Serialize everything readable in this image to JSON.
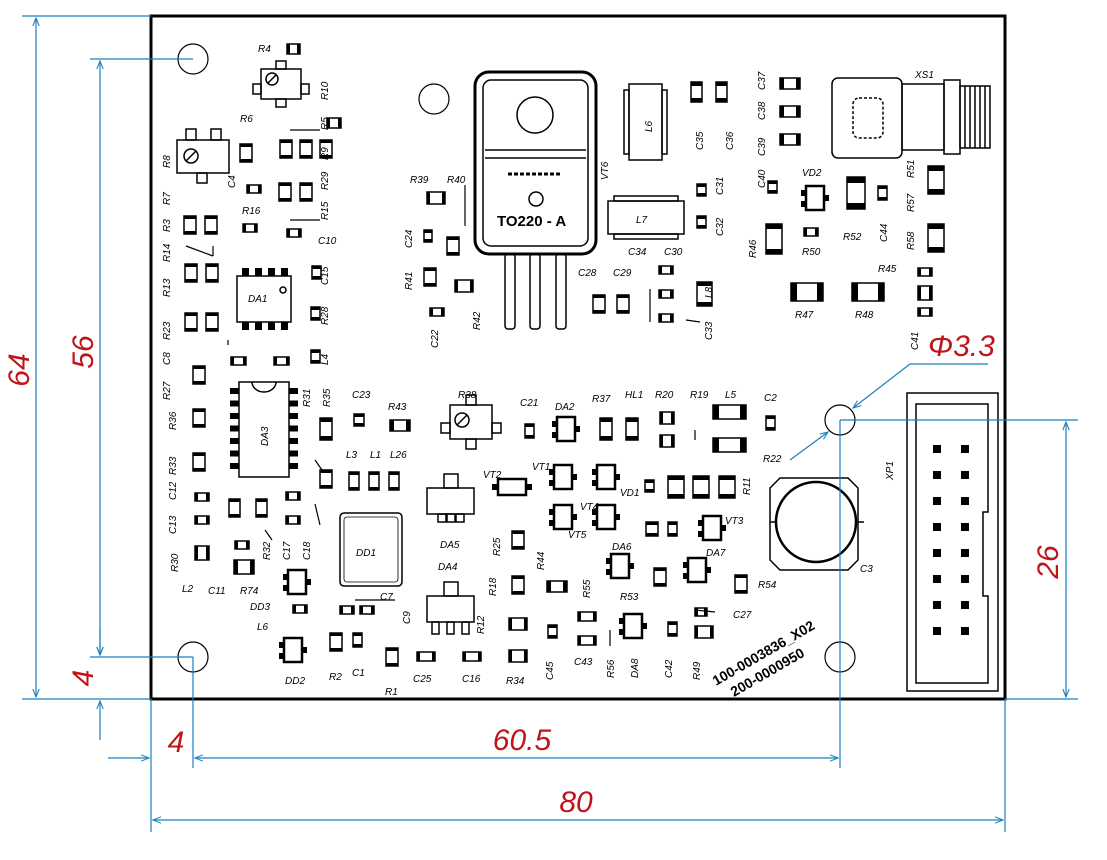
{
  "colors": {
    "dimension": "#1a7fc1",
    "dimension_text": "#c0141c",
    "board": "#000000",
    "background": "#ffffff"
  },
  "dimensions": {
    "height_total": "64",
    "height_holes": "56",
    "offset_bottom": "4",
    "offset_left": "4",
    "hole_distance_x": "60.5",
    "width_total": "80",
    "hole_diameter": "Φ3.3",
    "connector_height": "26"
  },
  "labels": {
    "part_number_1": "100-0003836_X02",
    "part_number_2": "200-0000950",
    "package": "TO220 - A",
    "vt6": "VT6",
    "xs1": "XS1",
    "xp1": "XP1",
    "da1": "DA1",
    "da3": "DA3",
    "dd1": "DD1",
    "l6": "L6",
    "l7": "L7",
    "c3": "C3",
    "da5": "DA5",
    "da4": "DA4"
  },
  "refs": [
    {
      "id": "r-r4",
      "t": "R4"
    },
    {
      "id": "r-r6",
      "t": "R6"
    },
    {
      "id": "r-r10",
      "t": "R10"
    },
    {
      "id": "r-r5",
      "t": "R5"
    },
    {
      "id": "r-r9",
      "t": "R9"
    },
    {
      "id": "r-r8",
      "t": "R8"
    },
    {
      "id": "r-c4",
      "t": "C4"
    },
    {
      "id": "r-r29",
      "t": "R29"
    },
    {
      "id": "r-r7",
      "t": "R7"
    },
    {
      "id": "r-r16",
      "t": "R16"
    },
    {
      "id": "r-r15",
      "t": "R15"
    },
    {
      "id": "r-r3",
      "t": "R3"
    },
    {
      "id": "r-c10",
      "t": "C10"
    },
    {
      "id": "r-r14",
      "t": "R14"
    },
    {
      "id": "r-c15",
      "t": "C15"
    },
    {
      "id": "r-r13",
      "t": "R13"
    },
    {
      "id": "r-r28",
      "t": "R28"
    },
    {
      "id": "r-r23",
      "t": "R23"
    },
    {
      "id": "r-c8",
      "t": "C8"
    },
    {
      "id": "r-l4",
      "t": "L4"
    },
    {
      "id": "r-r27",
      "t": "R27"
    },
    {
      "id": "r-r31",
      "t": "R31"
    },
    {
      "id": "r-r35",
      "t": "R35"
    },
    {
      "id": "r-c23",
      "t": "C23"
    },
    {
      "id": "r-r43",
      "t": "R43"
    },
    {
      "id": "r-r36",
      "t": "R36"
    },
    {
      "id": "r-r33",
      "t": "R33"
    },
    {
      "id": "r-l3",
      "t": "L3"
    },
    {
      "id": "r-l1",
      "t": "L1"
    },
    {
      "id": "r-l26",
      "t": "L26"
    },
    {
      "id": "r-c12",
      "t": "C12"
    },
    {
      "id": "r-c13",
      "t": "C13"
    },
    {
      "id": "r-r32",
      "t": "R32"
    },
    {
      "id": "r-c17",
      "t": "C17"
    },
    {
      "id": "r-c18",
      "t": "C18"
    },
    {
      "id": "r-r30",
      "t": "R30"
    },
    {
      "id": "r-l2",
      "t": "L2"
    },
    {
      "id": "r-c11",
      "t": "C11"
    },
    {
      "id": "r-r74",
      "t": "R74"
    },
    {
      "id": "r-dd3",
      "t": "DD3"
    },
    {
      "id": "r-l6b",
      "t": "L6"
    },
    {
      "id": "r-dd2",
      "t": "DD2"
    },
    {
      "id": "r-r2",
      "t": "R2"
    },
    {
      "id": "r-c1",
      "t": "C1"
    },
    {
      "id": "r-r1",
      "t": "R1"
    },
    {
      "id": "r-c25",
      "t": "C25"
    },
    {
      "id": "r-c16",
      "t": "C16"
    },
    {
      "id": "r-c7",
      "t": "C7"
    },
    {
      "id": "r-c9",
      "t": "C9"
    },
    {
      "id": "r-r12",
      "t": "R12"
    },
    {
      "id": "r-r18",
      "t": "R18"
    },
    {
      "id": "r-r34",
      "t": "R34"
    },
    {
      "id": "r-c45",
      "t": "C45"
    },
    {
      "id": "r-c43",
      "t": "C43"
    },
    {
      "id": "r-r56",
      "t": "R56"
    },
    {
      "id": "r-da8",
      "t": "DA8"
    },
    {
      "id": "r-c42",
      "t": "C42"
    },
    {
      "id": "r-r49",
      "t": "R49"
    },
    {
      "id": "r-r39",
      "t": "R39"
    },
    {
      "id": "r-r40",
      "t": "R40"
    },
    {
      "id": "r-c24",
      "t": "C24"
    },
    {
      "id": "r-r41",
      "t": "R41"
    },
    {
      "id": "r-r42",
      "t": "R42"
    },
    {
      "id": "r-c22",
      "t": "C22"
    },
    {
      "id": "r-c28",
      "t": "C28"
    },
    {
      "id": "r-c29",
      "t": "C29"
    },
    {
      "id": "r-c34",
      "t": "C34"
    },
    {
      "id": "r-c30",
      "t": "C30"
    },
    {
      "id": "r-l8",
      "t": "L8"
    },
    {
      "id": "r-c33",
      "t": "C33"
    },
    {
      "id": "r-c35",
      "t": "C35"
    },
    {
      "id": "r-c36",
      "t": "C36"
    },
    {
      "id": "r-c37",
      "t": "C37"
    },
    {
      "id": "r-c38",
      "t": "C38"
    },
    {
      "id": "r-c39",
      "t": "C39"
    },
    {
      "id": "r-c31",
      "t": "C31"
    },
    {
      "id": "r-c32",
      "t": "C32"
    },
    {
      "id": "r-c40",
      "t": "C40"
    },
    {
      "id": "r-vd2",
      "t": "VD2"
    },
    {
      "id": "r-r51",
      "t": "R51"
    },
    {
      "id": "r-r57",
      "t": "R57"
    },
    {
      "id": "r-r46",
      "t": "R46"
    },
    {
      "id": "r-r50",
      "t": "R50"
    },
    {
      "id": "r-r52",
      "t": "R52"
    },
    {
      "id": "r-c44",
      "t": "C44"
    },
    {
      "id": "r-r58",
      "t": "R58"
    },
    {
      "id": "r-r45",
      "t": "R45"
    },
    {
      "id": "r-r47",
      "t": "R47"
    },
    {
      "id": "r-r48",
      "t": "R48"
    },
    {
      "id": "r-c41",
      "t": "C41"
    },
    {
      "id": "r-r38",
      "t": "R38"
    },
    {
      "id": "r-c21",
      "t": "C21"
    },
    {
      "id": "r-da2",
      "t": "DA2"
    },
    {
      "id": "r-r37",
      "t": "R37"
    },
    {
      "id": "r-hl1",
      "t": "HL1"
    },
    {
      "id": "r-r20",
      "t": "R20"
    },
    {
      "id": "r-r19",
      "t": "R19"
    },
    {
      "id": "r-l5",
      "t": "L5"
    },
    {
      "id": "r-c2",
      "t": "C2"
    },
    {
      "id": "r-r22",
      "t": "R22"
    },
    {
      "id": "r-vt2",
      "t": "VT2"
    },
    {
      "id": "r-vt1",
      "t": "VT1"
    },
    {
      "id": "r-vd1",
      "t": "VD1"
    },
    {
      "id": "r-r11",
      "t": "R11"
    },
    {
      "id": "r-vt4",
      "t": "VT4"
    },
    {
      "id": "r-vt5",
      "t": "VT5"
    },
    {
      "id": "r-vt3",
      "t": "VT3"
    },
    {
      "id": "r-r25",
      "t": "R25"
    },
    {
      "id": "r-r44",
      "t": "R44"
    },
    {
      "id": "r-da6",
      "t": "DA6"
    },
    {
      "id": "r-da7",
      "t": "DA7"
    },
    {
      "id": "r-r55",
      "t": "R55"
    },
    {
      "id": "r-r53",
      "t": "R53"
    },
    {
      "id": "r-r54",
      "t": "R54"
    },
    {
      "id": "r-c27",
      "t": "C27"
    }
  ]
}
